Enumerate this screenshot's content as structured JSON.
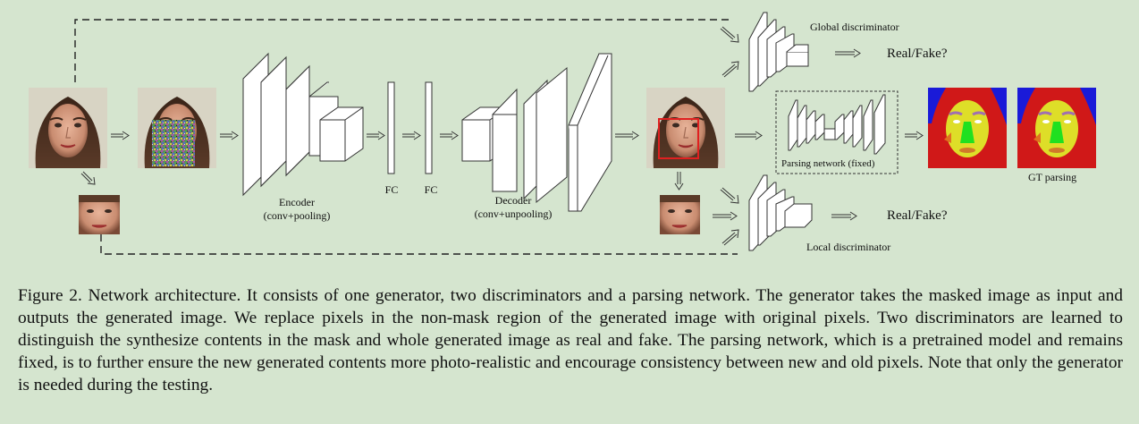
{
  "diagram": {
    "labels": {
      "global_discriminator": "Global discriminator",
      "local_discriminator": "Local discriminator",
      "real_fake_top": "Real/Fake?",
      "real_fake_bottom": "Real/Fake?",
      "parsing_network": "Parsing network (fixed)",
      "gt_parsing": "GT parsing",
      "encoder_line1": "Encoder",
      "encoder_line2": "(conv+pooling)",
      "fc1": "FC",
      "fc2": "FC",
      "decoder_line1": "Decoder",
      "decoder_line2": "(conv+unpooling)"
    },
    "colors": {
      "background": "#d5e5cf",
      "mask_box": "#e02020",
      "parsing_background": "#d01818",
      "parsing_hair": "#1a1ad8",
      "parsing_face": "#dede28",
      "parsing_nose": "#20e020",
      "parsing_brows": "#a070b0"
    }
  },
  "caption": {
    "label": "Figure 2.",
    "text": "Network architecture. It consists of one generator, two discriminators and a parsing network. The generator takes the masked image as input and outputs the generated image. We replace pixels in the non-mask region of the generated image with original pixels. Two discriminators are learned to distinguish the synthesize contents in the mask and whole generated image as real and fake. The parsing network, which is a pretrained model and remains fixed, is to further ensure the new generated contents more photo-realistic and encourage consistency between new and old pixels. Note that only the generator is needed during the testing."
  }
}
